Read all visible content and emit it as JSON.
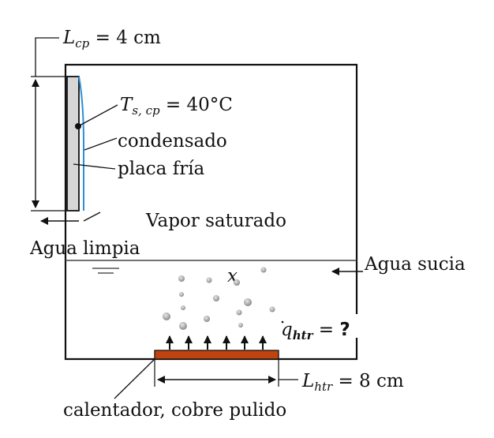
{
  "labels": {
    "lcp_sym": "L",
    "lcp_sub": "cp",
    "lcp_val": " = 4 cm",
    "ts_sym": "T",
    "ts_sub": "s, cp",
    "ts_val": " = 40°C",
    "condensado": "condensado",
    "placa": "placa fría",
    "vapor": "Vapor saturado",
    "agua_limpia": "Agua limpia",
    "agua_sucia": "Agua sucia",
    "x": "x",
    "q_sym": "q",
    "q_sub": "htr",
    "q_val": " = ",
    "q_unknown": "?",
    "lhtr_sym": "L",
    "lhtr_sub": "htr",
    "lhtr_val": " = 8 cm",
    "calentador": "calentador, cobre pulido"
  },
  "colors": {
    "heater": "#c0440f",
    "condensate": "#2a8fd6",
    "plate": "#d6d6d6",
    "bubble": "#9a9a9a"
  }
}
